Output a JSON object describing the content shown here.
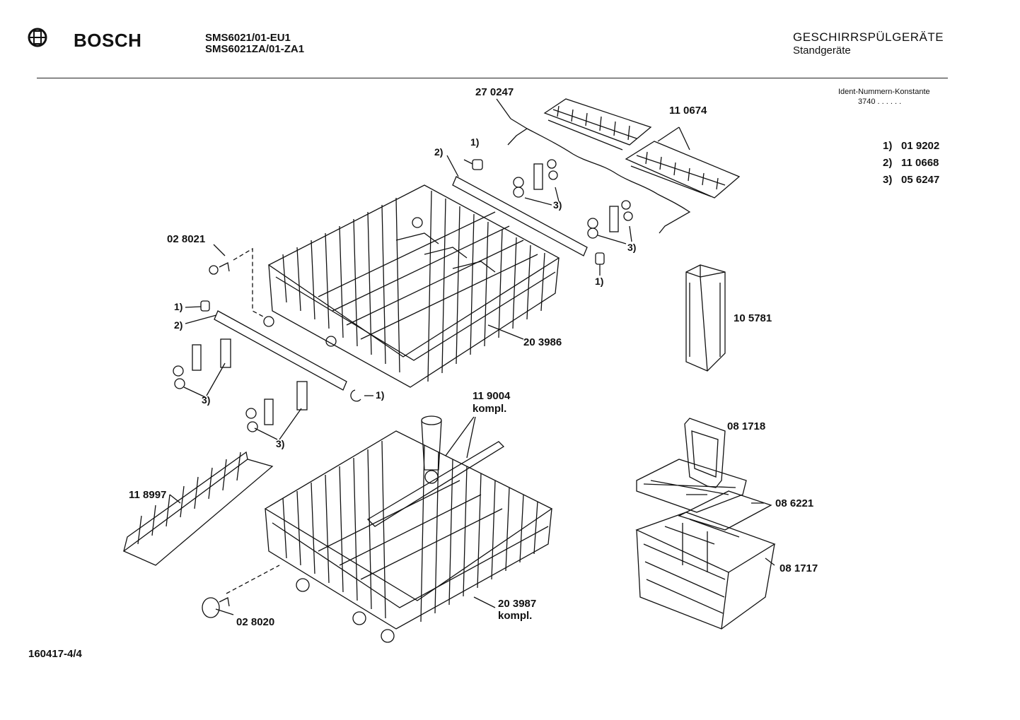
{
  "header": {
    "brand": "BOSCH",
    "model_lines": [
      "SMS6021/01-EU1",
      "SMS6021ZA/01-ZA1"
    ],
    "category_title": "GESCHIRRSPÜLGERÄTE",
    "category_subtitle": "Standgeräte"
  },
  "ident": {
    "label": "Ident-Nummern-Konstante",
    "value": "3740  . .   . . . ."
  },
  "legend": [
    {
      "key": "1)",
      "number": "01 9202"
    },
    {
      "key": "2)",
      "number": "11 0668"
    },
    {
      "key": "3)",
      "number": "05 6247"
    }
  ],
  "parts": {
    "p270247": "27 0247",
    "p110674": "11 0674",
    "p028021": "02 8021",
    "p203986": "20 3986",
    "p105781": "10 5781",
    "p119004": "11 9004",
    "p119004_note": "kompl.",
    "p081718": "08 1718",
    "p118997": "11 8997",
    "p086221": "08 6221",
    "p081717": "08 1717",
    "p203987": "20 3987",
    "p203987_note": "kompl.",
    "p028020": "02 8020"
  },
  "callouts": {
    "c1a": "1)",
    "c2a": "2)",
    "c3a": "3)",
    "c3b": "3)",
    "c1b": "1)",
    "c1c": "1)",
    "c2c": "2)",
    "c3c": "3)",
    "c3d": "3)",
    "c1d": "1)"
  },
  "footer": {
    "drawing_number": "160417-4/4"
  }
}
